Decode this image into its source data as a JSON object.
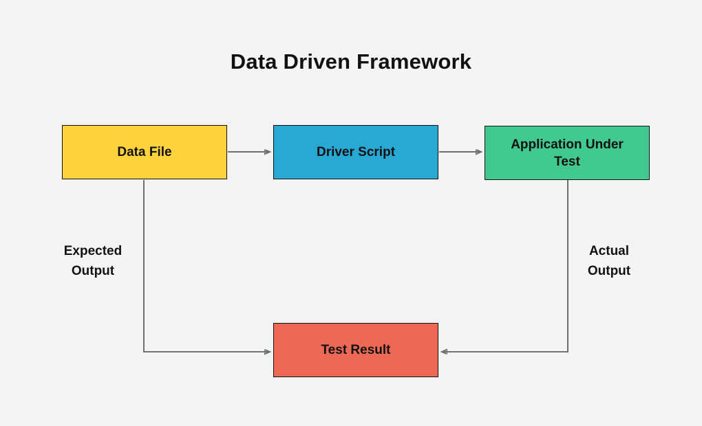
{
  "diagram": {
    "title": "Data Driven Framework",
    "colors": {
      "background": "#f4f4f5",
      "connector": "#6f6f6f",
      "arrowhead": "#2a2a2a",
      "border": "#111111",
      "text": "#111111"
    },
    "nodes": [
      {
        "id": "data-file",
        "label": "Data File",
        "color": "#fcd33d"
      },
      {
        "id": "driver-script",
        "label": "Driver Script",
        "color": "#29a8d4"
      },
      {
        "id": "application-under-test",
        "label": "Application Under Test",
        "color": "#41c98f"
      },
      {
        "id": "test-result",
        "label": "Test Result",
        "color": "#ec6a55"
      }
    ],
    "edges": [
      {
        "from": "data-file",
        "to": "driver-script",
        "label": ""
      },
      {
        "from": "driver-script",
        "to": "application-under-test",
        "label": ""
      },
      {
        "from": "data-file",
        "to": "test-result",
        "label": "Expected Output"
      },
      {
        "from": "application-under-test",
        "to": "test-result",
        "label": "Actual Output"
      }
    ]
  }
}
